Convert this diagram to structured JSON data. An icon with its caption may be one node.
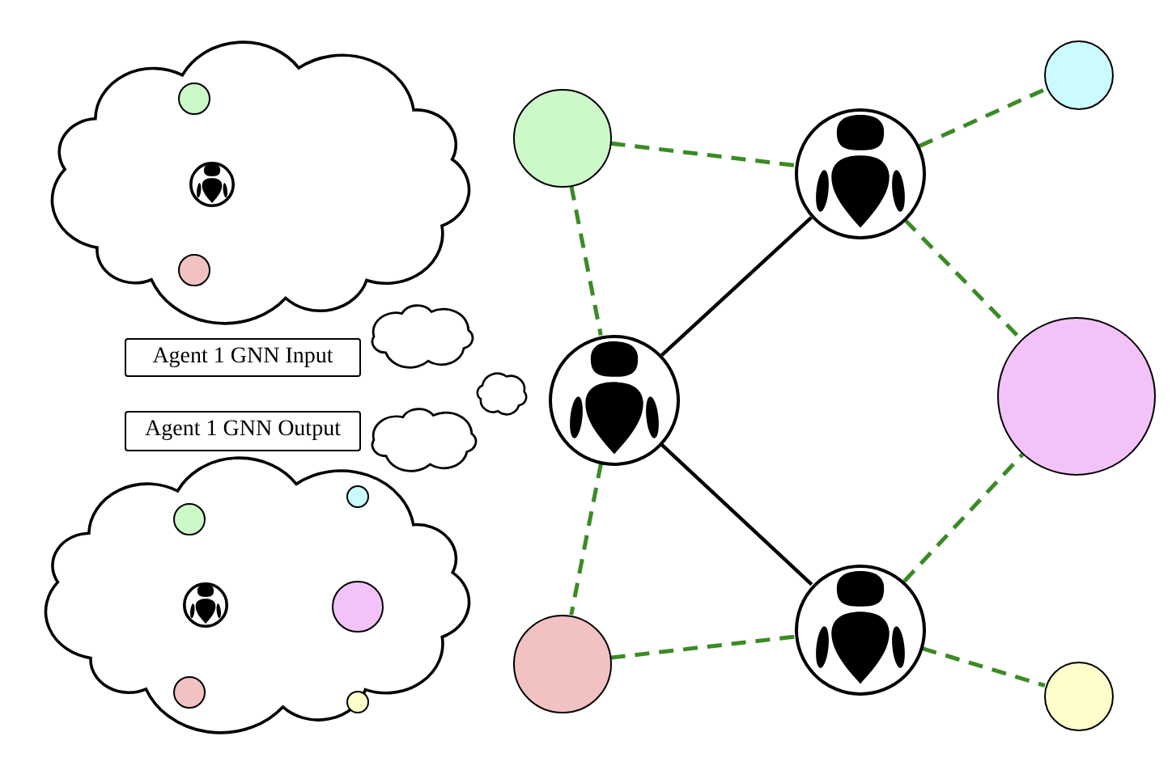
{
  "diagram": {
    "nodes": [
      {
        "text": [],
        "shape": "cloud"
      },
      {
        "text": [],
        "shape": "circle",
        "in": 0
      },
      {
        "text": [],
        "shape": "picture",
        "in": 0
      },
      {
        "text": [],
        "shape": "circle",
        "in": 0
      },
      {
        "text": [
          "Agent 1 GNN Input"
        ]
      },
      {
        "text": [],
        "shape": "cloud"
      },
      {
        "text": [],
        "shape": "cloud"
      },
      {
        "text": [
          "Agent 1 GNN Output"
        ]
      },
      {
        "text": [],
        "shape": "cloud"
      },
      {
        "text": [],
        "shape": "cloud"
      },
      {
        "text": [],
        "shape": "circle",
        "in": 9
      },
      {
        "text": [],
        "shape": "circle",
        "in": 9
      },
      {
        "text": [],
        "shape": "picture",
        "in": 9
      },
      {
        "text": [],
        "shape": "circle",
        "in": 9
      },
      {
        "text": [],
        "shape": "circle",
        "in": 9
      },
      {
        "text": [],
        "shape": "circle",
        "in": 9
      },
      {
        "text": [],
        "shape": "circle"
      },
      {
        "text": [],
        "shape": "picture"
      },
      {
        "text": [],
        "shape": "circle"
      },
      {
        "text": [],
        "shape": "picture"
      },
      {
        "text": [],
        "shape": "circle"
      },
      {
        "text": [],
        "shape": "circle"
      },
      {
        "text": [],
        "shape": "picture"
      },
      {
        "text": [],
        "shape": "circle"
      }
    ],
    "edges": [
      {
        "from": 16,
        "to": 17,
        "arrow": "none",
        "style": "dashed"
      },
      {
        "from": 17,
        "to": 18,
        "arrow": "none",
        "style": "dashed"
      },
      {
        "from": 16,
        "to": 19,
        "arrow": "none",
        "style": "dashed"
      },
      {
        "from": 19,
        "to": 17,
        "arrow": "none",
        "color": "#000000"
      },
      {
        "from": 17,
        "to": 20,
        "arrow": "none",
        "style": "dashed"
      },
      {
        "from": 19,
        "to": 22,
        "arrow": "none",
        "color": "#000000"
      },
      {
        "from": 19,
        "to": 21,
        "arrow": "none",
        "style": "dashed"
      },
      {
        "from": 21,
        "to": 22,
        "arrow": "none",
        "style": "dashed"
      },
      {
        "from": 22,
        "to": 20,
        "arrow": "none",
        "style": "dashed"
      },
      {
        "from": 22,
        "to": 23,
        "arrow": "none",
        "style": "dashed"
      }
    ]
  }
}
